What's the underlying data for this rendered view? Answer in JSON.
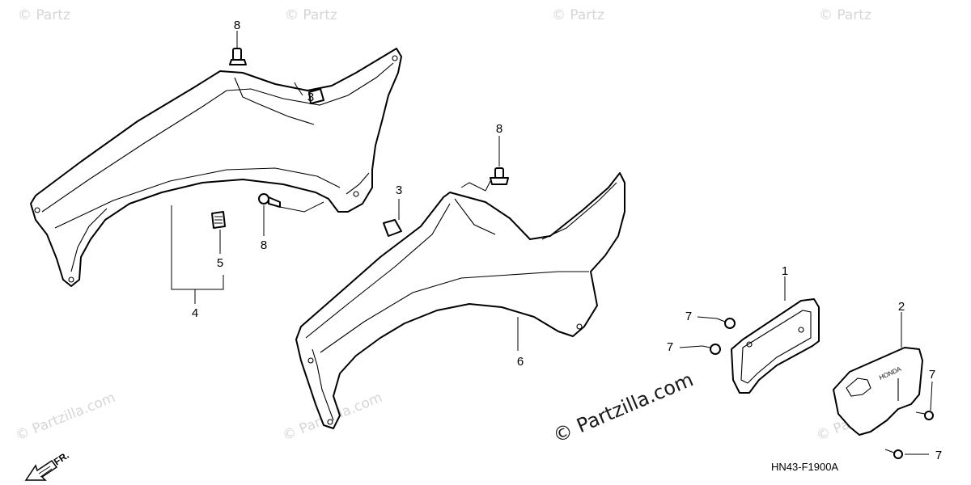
{
  "watermark": {
    "main": "© Partzilla.com",
    "faint": "© Partzilla.com",
    "faint_corner": "© Partz"
  },
  "diagram_code": "HN43-F1900A",
  "front_marker": "FR.",
  "brand_embossed": "HONDA",
  "callouts": [
    {
      "id": "label-1",
      "text": "1"
    },
    {
      "id": "label-2",
      "text": "2"
    },
    {
      "id": "label-3a",
      "text": "3"
    },
    {
      "id": "label-3b",
      "text": "3"
    },
    {
      "id": "label-4",
      "text": "4"
    },
    {
      "id": "label-5",
      "text": "5"
    },
    {
      "id": "label-6",
      "text": "6"
    },
    {
      "id": "label-7a",
      "text": "7"
    },
    {
      "id": "label-7b",
      "text": "7"
    },
    {
      "id": "label-7c",
      "text": "7"
    },
    {
      "id": "label-7d",
      "text": "7"
    },
    {
      "id": "label-8a",
      "text": "8"
    },
    {
      "id": "label-8b",
      "text": "8"
    },
    {
      "id": "label-8c",
      "text": "8"
    }
  ]
}
